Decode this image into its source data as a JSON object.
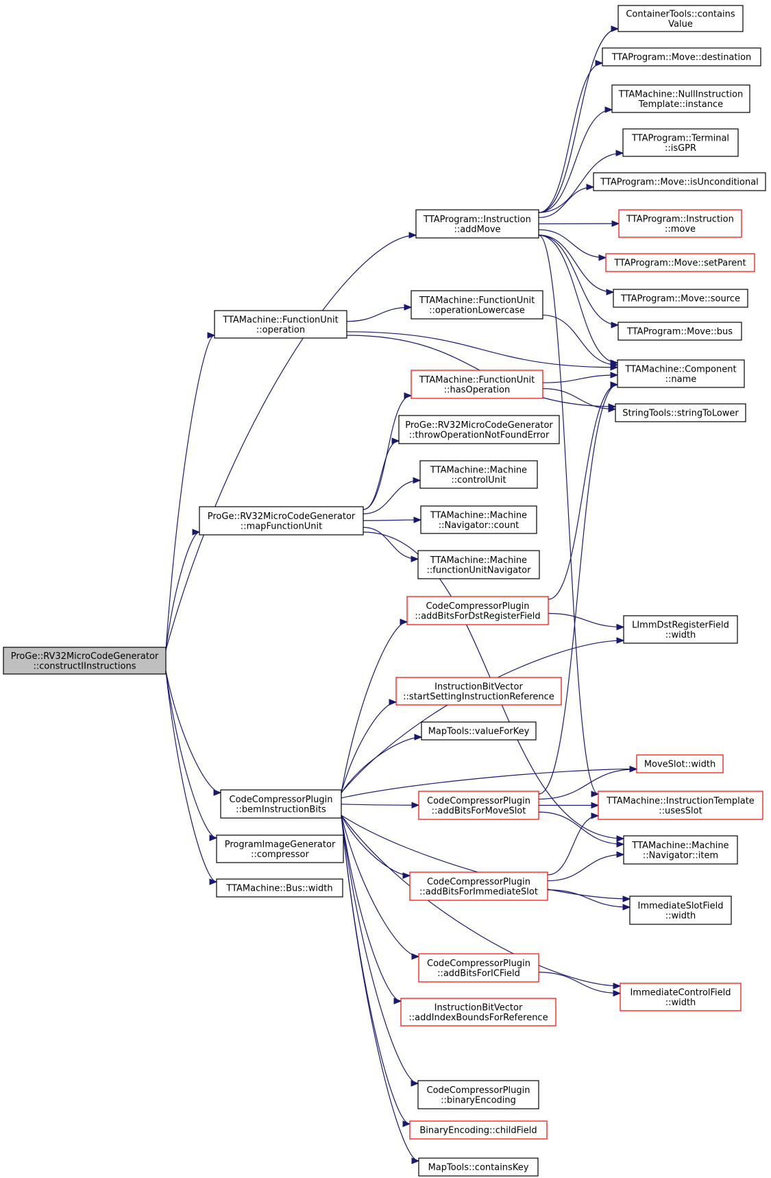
{
  "diagram": {
    "type": "call-graph",
    "colors": {
      "edge": "#191970",
      "root_fill": "#bfbfbf",
      "normal_border": "#000000",
      "truncated_border": "#ff0000"
    },
    "nodes": [
      {
        "id": "root",
        "lines": [
          "ProGe::RV32MicroCodeGenerator",
          "::constructIInstructions"
        ],
        "style": "root"
      },
      {
        "id": "addMove",
        "lines": [
          "TTAProgram::Instruction",
          "::addMove"
        ],
        "style": "normal"
      },
      {
        "id": "fuOperation",
        "lines": [
          "TTAMachine::FunctionUnit",
          "::operation"
        ],
        "style": "normal"
      },
      {
        "id": "mapFU",
        "lines": [
          "ProGe::RV32MicroCodeGenerator",
          "::mapFunctionUnit"
        ],
        "style": "normal"
      },
      {
        "id": "bem",
        "lines": [
          "CodeCompressorPlugin",
          "::bemInstructionBits"
        ],
        "style": "normal"
      },
      {
        "id": "compressor",
        "lines": [
          "ProgramImageGenerator",
          "::compressor"
        ],
        "style": "normal"
      },
      {
        "id": "busWidth",
        "lines": [
          "TTAMachine::Bus::width"
        ],
        "style": "normal"
      },
      {
        "id": "containsValue",
        "lines": [
          "ContainerTools::contains",
          "Value"
        ],
        "style": "normal"
      },
      {
        "id": "destination",
        "lines": [
          "TTAProgram::Move::destination"
        ],
        "style": "normal"
      },
      {
        "id": "nullInstr",
        "lines": [
          "TTAMachine::NullInstruction",
          "Template::instance"
        ],
        "style": "normal"
      },
      {
        "id": "isGPR",
        "lines": [
          "TTAProgram::Terminal",
          "::isGPR"
        ],
        "style": "normal"
      },
      {
        "id": "isUncond",
        "lines": [
          "TTAProgram::Move::isUnconditional"
        ],
        "style": "normal"
      },
      {
        "id": "instrMove",
        "lines": [
          "TTAProgram::Instruction",
          "::move"
        ],
        "style": "red"
      },
      {
        "id": "setParent",
        "lines": [
          "TTAProgram::Move::setParent"
        ],
        "style": "red"
      },
      {
        "id": "moveSource",
        "lines": [
          "TTAProgram::Move::source"
        ],
        "style": "normal"
      },
      {
        "id": "moveBus",
        "lines": [
          "TTAProgram::Move::bus"
        ],
        "style": "normal"
      },
      {
        "id": "compName",
        "lines": [
          "TTAMachine::Component",
          "::name"
        ],
        "style": "normal"
      },
      {
        "id": "opLower",
        "lines": [
          "TTAMachine::FunctionUnit",
          "::operationLowercase"
        ],
        "style": "normal"
      },
      {
        "id": "hasOp",
        "lines": [
          "TTAMachine::FunctionUnit",
          "::hasOperation"
        ],
        "style": "red"
      },
      {
        "id": "strLower",
        "lines": [
          "StringTools::stringToLower"
        ],
        "style": "normal"
      },
      {
        "id": "throwOp",
        "lines": [
          "ProGe::RV32MicroCodeGenerator",
          "::throwOperationNotFoundError"
        ],
        "style": "normal"
      },
      {
        "id": "controlUnit",
        "lines": [
          "TTAMachine::Machine",
          "::controlUnit"
        ],
        "style": "normal"
      },
      {
        "id": "navCount",
        "lines": [
          "TTAMachine::Machine",
          "::Navigator::count"
        ],
        "style": "normal"
      },
      {
        "id": "fuNav",
        "lines": [
          "TTAMachine::Machine",
          "::functionUnitNavigator"
        ],
        "style": "normal"
      },
      {
        "id": "addDst",
        "lines": [
          "CodeCompressorPlugin",
          "::addBitsForDstRegisterField"
        ],
        "style": "red"
      },
      {
        "id": "limmWidth",
        "lines": [
          "LImmDstRegisterField",
          "::width"
        ],
        "style": "normal"
      },
      {
        "id": "startSetting",
        "lines": [
          "InstructionBitVector",
          "::startSettingInstructionReference"
        ],
        "style": "red"
      },
      {
        "id": "valueForKey",
        "lines": [
          "MapTools::valueForKey"
        ],
        "style": "normal"
      },
      {
        "id": "moveSlotWidth",
        "lines": [
          "MoveSlot::width"
        ],
        "style": "red"
      },
      {
        "id": "addMoveSlot",
        "lines": [
          "CodeCompressorPlugin",
          "::addBitsForMoveSlot"
        ],
        "style": "red"
      },
      {
        "id": "usesSlot",
        "lines": [
          "TTAMachine::InstructionTemplate",
          "::usesSlot"
        ],
        "style": "red"
      },
      {
        "id": "navItem",
        "lines": [
          "TTAMachine::Machine",
          "::Navigator::item"
        ],
        "style": "normal"
      },
      {
        "id": "addImmSlot",
        "lines": [
          "CodeCompressorPlugin",
          "::addBitsForImmediateSlot"
        ],
        "style": "red"
      },
      {
        "id": "immSlotWidth",
        "lines": [
          "ImmediateSlotField",
          "::width"
        ],
        "style": "normal"
      },
      {
        "id": "addIC",
        "lines": [
          "CodeCompressorPlugin",
          "::addBitsForICField"
        ],
        "style": "red"
      },
      {
        "id": "immCtrlWidth",
        "lines": [
          "ImmediateControlField",
          "::width"
        ],
        "style": "red"
      },
      {
        "id": "addIndex",
        "lines": [
          "InstructionBitVector",
          "::addIndexBoundsForReference"
        ],
        "style": "red"
      },
      {
        "id": "binEnc",
        "lines": [
          "CodeCompressorPlugin",
          "::binaryEncoding"
        ],
        "style": "normal"
      },
      {
        "id": "childField",
        "lines": [
          "BinaryEncoding::childField"
        ],
        "style": "red"
      },
      {
        "id": "containsKey",
        "lines": [
          "MapTools::containsKey"
        ],
        "style": "normal"
      }
    ],
    "edges": [
      [
        "root",
        "addMove"
      ],
      [
        "root",
        "fuOperation"
      ],
      [
        "root",
        "mapFU"
      ],
      [
        "root",
        "bem"
      ],
      [
        "root",
        "compressor"
      ],
      [
        "root",
        "busWidth"
      ],
      [
        "addMove",
        "containsValue"
      ],
      [
        "addMove",
        "destination"
      ],
      [
        "addMove",
        "nullInstr"
      ],
      [
        "addMove",
        "isGPR"
      ],
      [
        "addMove",
        "isUncond"
      ],
      [
        "addMove",
        "instrMove"
      ],
      [
        "addMove",
        "setParent"
      ],
      [
        "addMove",
        "moveSource"
      ],
      [
        "addMove",
        "moveBus"
      ],
      [
        "addMove",
        "compName"
      ],
      [
        "addMove",
        "usesSlot"
      ],
      [
        "fuOperation",
        "compName"
      ],
      [
        "fuOperation",
        "opLower"
      ],
      [
        "fuOperation",
        "strLower"
      ],
      [
        "opLower",
        "compName"
      ],
      [
        "hasOp",
        "compName"
      ],
      [
        "hasOp",
        "strLower"
      ],
      [
        "mapFU",
        "hasOp"
      ],
      [
        "mapFU",
        "throwOp"
      ],
      [
        "mapFU",
        "controlUnit"
      ],
      [
        "mapFU",
        "navCount"
      ],
      [
        "mapFU",
        "fuNav"
      ],
      [
        "mapFU",
        "navItem"
      ],
      [
        "bem",
        "addDst"
      ],
      [
        "bem",
        "limmWidth"
      ],
      [
        "bem",
        "startSetting"
      ],
      [
        "bem",
        "valueForKey"
      ],
      [
        "bem",
        "moveSlotWidth"
      ],
      [
        "bem",
        "addMoveSlot"
      ],
      [
        "bem",
        "addImmSlot"
      ],
      [
        "bem",
        "immSlotWidth"
      ],
      [
        "bem",
        "addIC"
      ],
      [
        "bem",
        "immCtrlWidth"
      ],
      [
        "bem",
        "addIndex"
      ],
      [
        "bem",
        "binEnc"
      ],
      [
        "bem",
        "childField"
      ],
      [
        "bem",
        "containsKey"
      ],
      [
        "addDst",
        "compName"
      ],
      [
        "addDst",
        "limmWidth"
      ],
      [
        "addMoveSlot",
        "compName"
      ],
      [
        "addMoveSlot",
        "moveSlotWidth"
      ],
      [
        "addMoveSlot",
        "usesSlot"
      ],
      [
        "addMoveSlot",
        "navItem"
      ],
      [
        "addImmSlot",
        "usesSlot"
      ],
      [
        "addImmSlot",
        "navItem"
      ],
      [
        "addImmSlot",
        "immSlotWidth"
      ],
      [
        "addIC",
        "immCtrlWidth"
      ]
    ]
  }
}
